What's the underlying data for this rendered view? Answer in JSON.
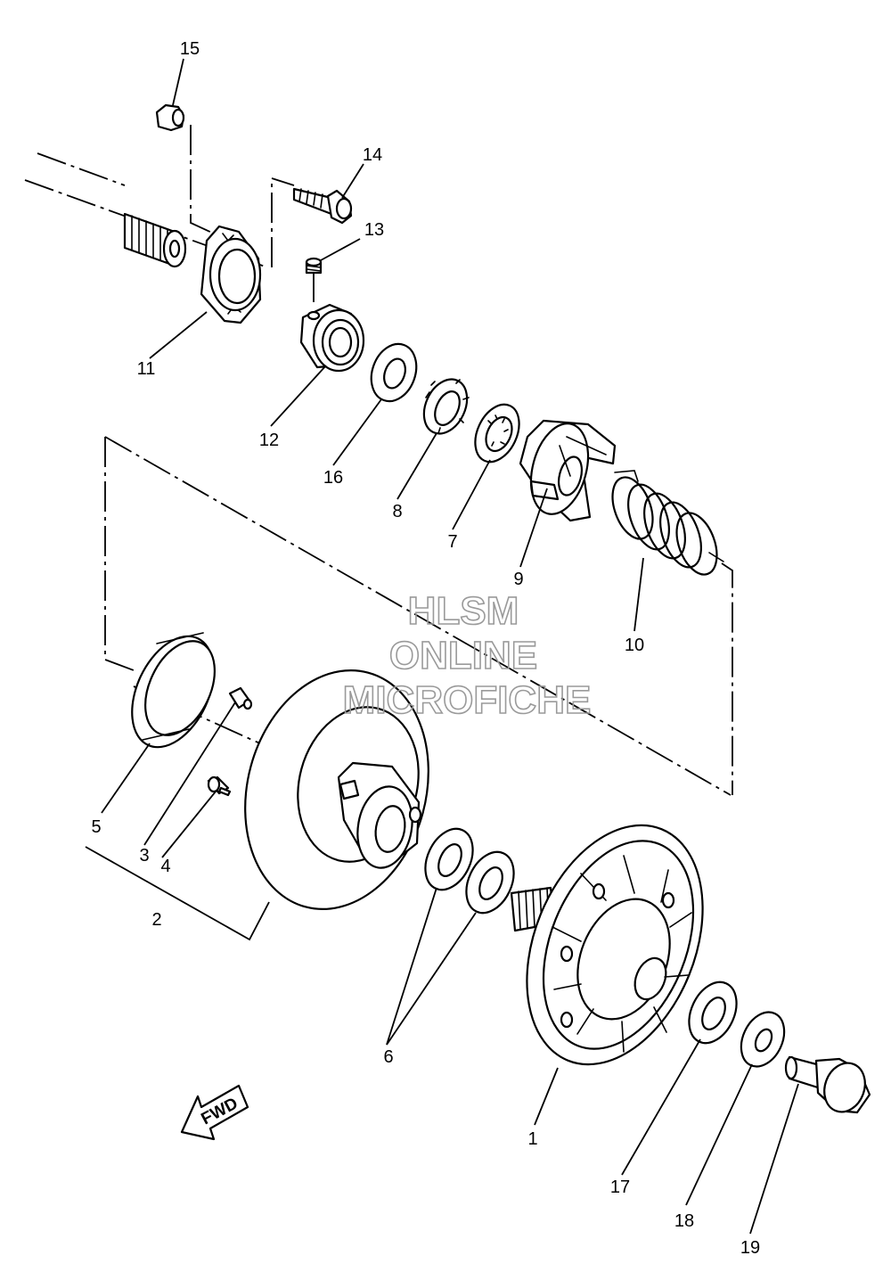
{
  "callouts": {
    "p1": "1",
    "p2": "2",
    "p3": "3",
    "p4": "4",
    "p5": "5",
    "p6": "6",
    "p7": "7",
    "p8": "8",
    "p9": "9",
    "p10": "10",
    "p11": "11",
    "p12": "12",
    "p13": "13",
    "p14": "14",
    "p15": "15",
    "p16": "16",
    "p17": "17",
    "p18": "18",
    "p19": "19"
  },
  "fwd_arrow": {
    "label": "FWD"
  },
  "watermark": {
    "line1": "HLSM",
    "line2": "ONLINE",
    "line3": "MICROFICHE",
    "color": "#9a9a9a"
  },
  "colors": {
    "ink": "#000000",
    "paper": "#ffffff"
  }
}
